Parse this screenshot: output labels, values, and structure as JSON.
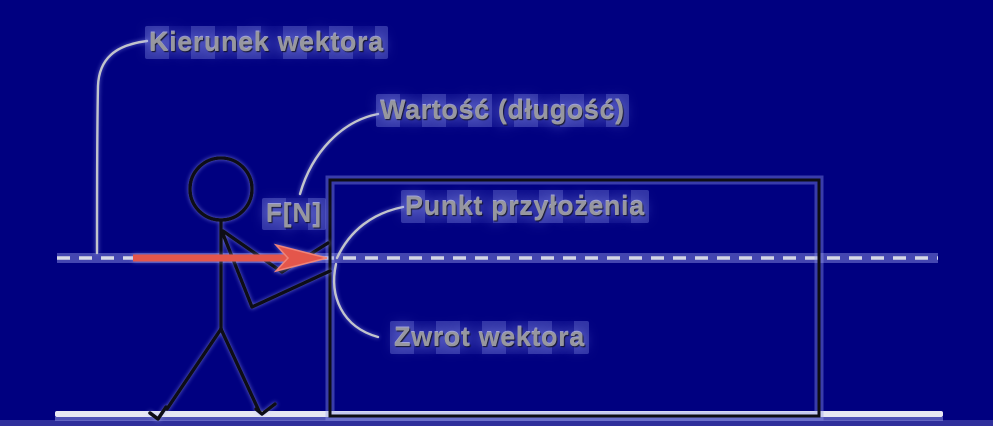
{
  "labels": {
    "direction": "Kierunek wektora",
    "magnitude": "Wartość (długość)",
    "application_point": "Punkt przyłożenia",
    "sense": "Zwrot wektora",
    "force_symbol": "F[N]"
  },
  "colors": {
    "background": "#000080",
    "arrow-red": "#e4564c",
    "arrow-red-edge": "#f08478",
    "label-gray": "#97979f",
    "figure-black": "#0d0d14",
    "dashed-white": "#d6d8e6",
    "ground-white": "#e6e7f3",
    "callout-gray": "#c2c4cc",
    "glow-lavender": "#aab0ff",
    "bottom-strip": "#34349e"
  }
}
